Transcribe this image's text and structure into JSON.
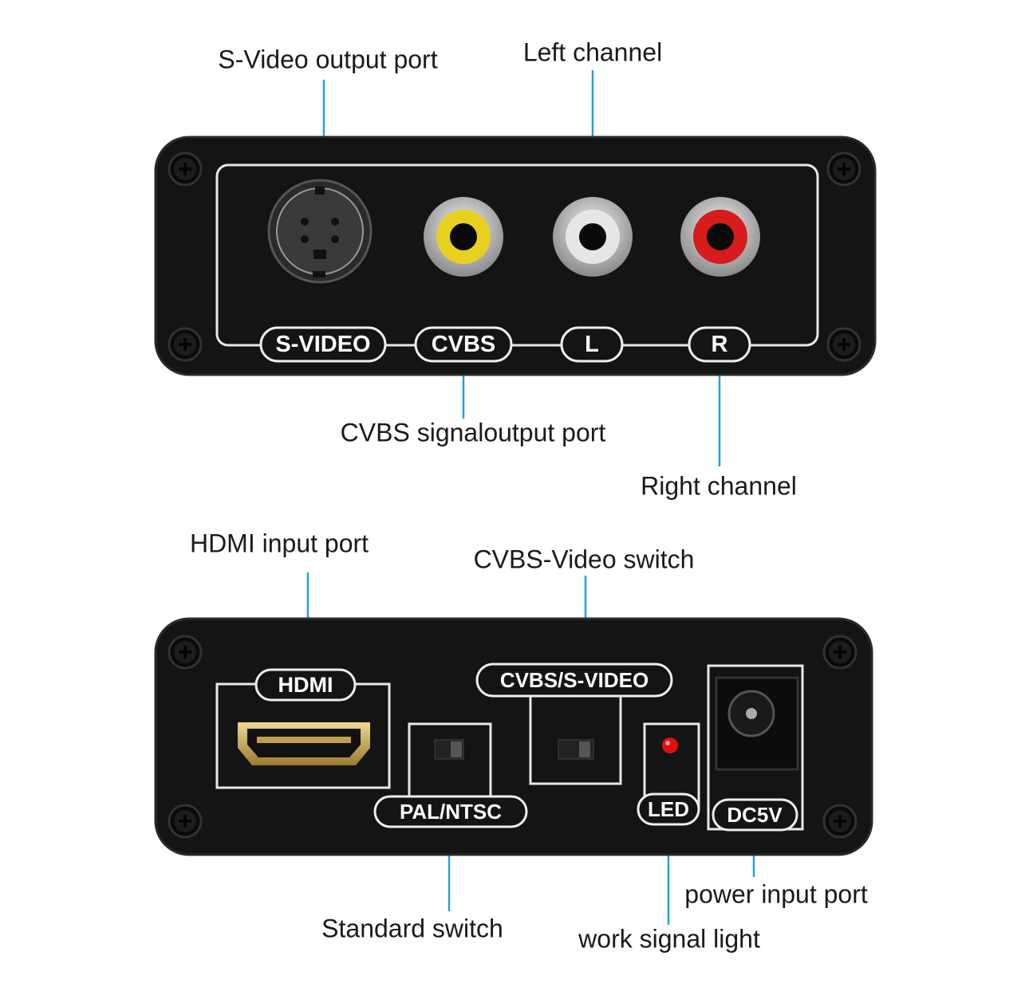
{
  "top_panel": {
    "labels": {
      "svideo": "S-VIDEO",
      "cvbs": "CVBS",
      "left": "L",
      "right": "R"
    },
    "callouts": {
      "svideo": "S-Video output port",
      "left": "Left channel",
      "cvbs": "CVBS signaloutput port",
      "right": "Right channel"
    }
  },
  "bottom_panel": {
    "labels": {
      "hdmi": "HDMI",
      "switch": "CVBS/S-VIDEO",
      "standard": "PAL/NTSC",
      "led": "LED",
      "dc": "DC5V"
    },
    "callouts": {
      "hdmi": "HDMI input port",
      "switch": "CVBS-Video switch",
      "standard": "Standard switch",
      "led": "work signal light",
      "power": "power input port"
    }
  },
  "colors": {
    "callout_line": "#2a9fd6",
    "panel": "#141414",
    "yellow": "#e8d020",
    "red": "#d81c1c",
    "led": "#e01010"
  }
}
